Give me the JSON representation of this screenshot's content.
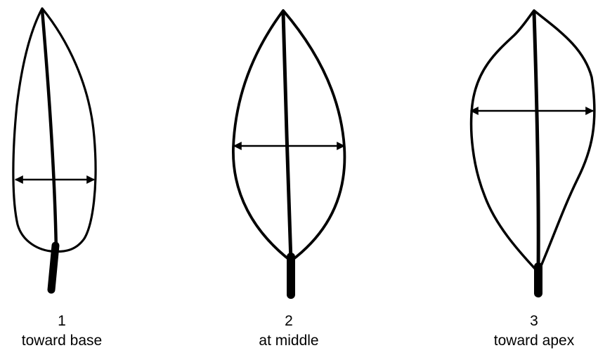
{
  "leaves": [
    {
      "number": "1",
      "label": "toward base"
    },
    {
      "number": "2",
      "label": "at middle"
    },
    {
      "number": "3",
      "label": "toward apex"
    }
  ],
  "colors": {
    "outline": "#000000",
    "background": "#ffffff"
  }
}
